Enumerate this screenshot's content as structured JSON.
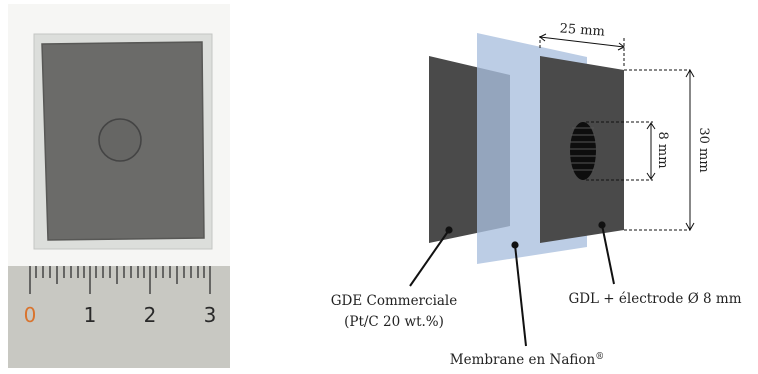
{
  "photo": {
    "ruler_ticks": [
      "0",
      "1",
      "2",
      "3"
    ],
    "colors": {
      "sample": "#6b6b69",
      "film": "#d7d9d6",
      "ruler": "#c8c8c2",
      "zero_tick": "#d9742e"
    }
  },
  "diagram": {
    "dimensions": {
      "width": "25 mm",
      "height": "30 mm",
      "electrode": "8 mm"
    },
    "labels": {
      "gde_line1": "GDE Commerciale",
      "gde_line2": "(Pt/C 20 wt.%)",
      "gdl": "GDL + électrode Ø 8 mm",
      "membrane": "Membrane en Nafion",
      "membrane_sup": "®"
    },
    "colors": {
      "electrode_plate": "#4a4a4a",
      "membrane": "#a9bfde"
    }
  }
}
